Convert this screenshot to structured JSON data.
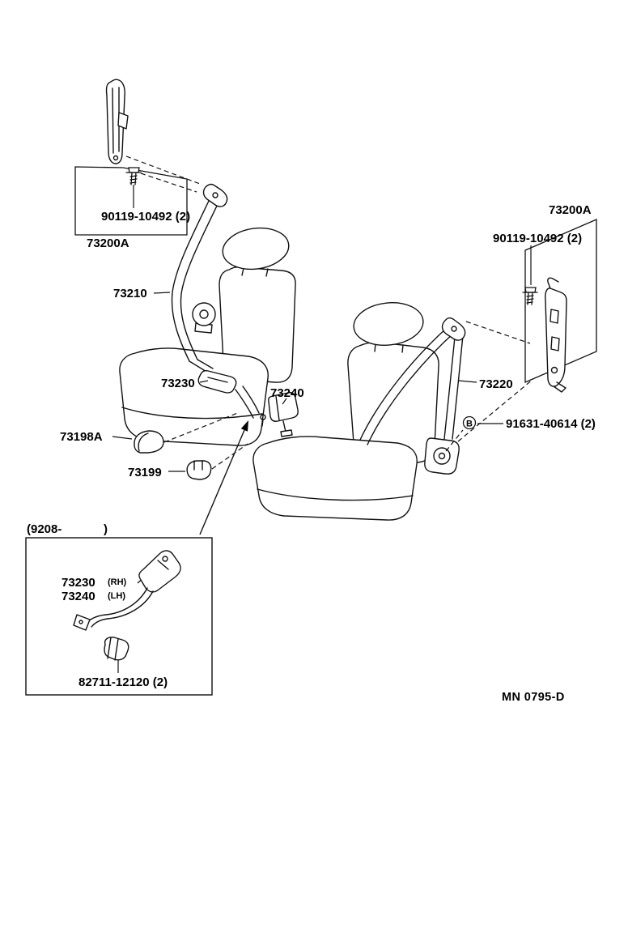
{
  "page": {
    "background": "#ffffff",
    "line_color": "#111111"
  },
  "drawing_code": "MN 0795-D",
  "callouts": {
    "bolt_upper_left": "90119-10492 (2)",
    "anchor_plate_left": "73200A",
    "outer_belt_left": "73210",
    "buckle_inner_left": "73230",
    "strap_inner_left": "73240",
    "anchor_cover": "73198A",
    "belt_guide": "73199",
    "outer_belt_right": "73220",
    "anchor_plate_right": "73200A",
    "bolt_upper_right": "90119-10492 (2)",
    "washer_right": "91631-40614 (2)",
    "marker_b": "B"
  },
  "inset": {
    "applicability_open": "(9208-",
    "applicability_close": ")",
    "buckle_rh_number": "73230",
    "buckle_rh_side": "(RH)",
    "buckle_lh_number": "73240",
    "buckle_lh_side": "(LH)",
    "clamp_number": "82711-12120 (2)"
  }
}
